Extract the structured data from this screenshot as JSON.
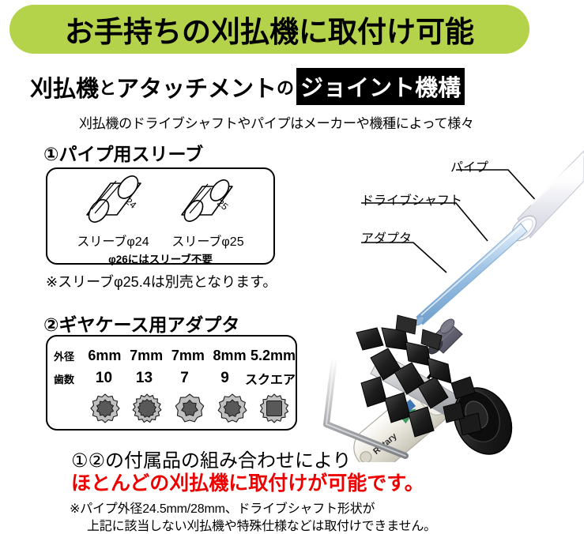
{
  "banner": {
    "title": "お手持ちの刈払機に取付け可能",
    "bg_color": "#b5d24b"
  },
  "subtitle": {
    "part1": "刈払機",
    "part2": "と",
    "part3": "アタッチメント",
    "part4": "の",
    "highlight": "ジョイント機構",
    "highlight_bg": "#000000",
    "highlight_color": "#ffffff"
  },
  "lead_text": "刈払機のドライブシャフトやパイプはメーカーや機種によって様々",
  "section1": {
    "heading": "①パイプ用スリーブ",
    "sleeves": [
      {
        "mark": "24",
        "label": "スリーブφ24"
      },
      {
        "mark": "25",
        "label": "スリーブφ25"
      }
    ],
    "box_note": "φ26にはスリーブ不要",
    "sub_note": "※スリーブφ25.4は別売となります。"
  },
  "section2": {
    "heading": "②ギヤケース用アダプタ",
    "row_labels": {
      "outer_diameter": "外径",
      "teeth_count": "歯数"
    },
    "columns": [
      {
        "outer_diameter": "6mm",
        "teeth": "10",
        "icon": "gear-10-tooth-icon",
        "shape": "gear",
        "teeth_n": 10
      },
      {
        "outer_diameter": "7mm",
        "teeth": "13",
        "icon": "gear-13-tooth-icon",
        "shape": "gear",
        "teeth_n": 13
      },
      {
        "outer_diameter": "7mm",
        "teeth": "7",
        "icon": "gear-7-tooth-icon",
        "shape": "gear",
        "teeth_n": 7
      },
      {
        "outer_diameter": "8mm",
        "teeth": "9",
        "icon": "gear-9-tooth-icon",
        "shape": "gear",
        "teeth_n": 9
      },
      {
        "outer_diameter": "5.2mm",
        "teeth": "スクエア",
        "icon": "gear-square-icon",
        "shape": "square",
        "teeth_n": 12
      }
    ],
    "icon_colors": {
      "outer": "#c0c0c0",
      "inner": "#595959",
      "stroke": "#1a1a1a"
    }
  },
  "illustration": {
    "callouts": [
      {
        "name": "pipe",
        "label": "パイプ"
      },
      {
        "name": "shaft",
        "label": "ドライブシャフト"
      },
      {
        "name": "adapter",
        "label": "アダプタ"
      }
    ],
    "pipe_color": "#f2f3f7",
    "shaft_color": "#a8c8e8",
    "adapter_color": "#6b6b78",
    "machine_body_color": "#e8e6dd",
    "machine_tine_color": "#1b1b1b"
  },
  "conclusion": {
    "line1": "①②の付属品の組み合わせにより",
    "line2": "ほとんどの刈払機に取付けが可能です。",
    "line2_color": "#ee0000"
  },
  "footnote": {
    "line1": "※パイプ外径24.5mm/28mm、ドライブシャフト形状が",
    "line2": "上記に該当しない刈払機や特殊仕様などは取付けできません。"
  }
}
